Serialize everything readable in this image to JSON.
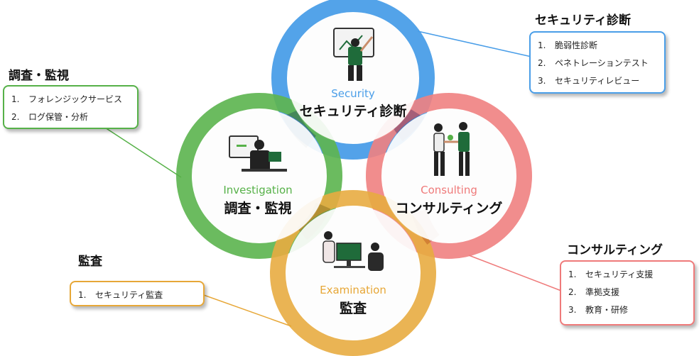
{
  "circles": {
    "security": {
      "en": "Security",
      "jp": "セキュリティ診断",
      "color": "#4a9ee8"
    },
    "investigation": {
      "en": "Investigation",
      "jp": "調査・監視",
      "color": "#56b148"
    },
    "consulting": {
      "en": "Consulting",
      "jp": "コンサルティング",
      "color": "#ef7a7a"
    },
    "examination": {
      "en": "Examination",
      "jp": "監査",
      "color": "#e7a737"
    }
  },
  "callouts": {
    "security": {
      "heading": "セキュリティ診断",
      "items": [
        "1.",
        "脆弱性診断",
        "2.",
        "ペネトレーションテスト",
        "3.",
        "セキュリティレビュー"
      ]
    },
    "investigation": {
      "heading": "調査・監視",
      "items": [
        "1.",
        "フォレンジックサービス",
        "2.",
        "ログ保管・分析"
      ]
    },
    "examination": {
      "heading": "監査",
      "items": [
        "1.",
        "セキュリティ監査"
      ]
    },
    "consulting": {
      "heading": "コンサルティング",
      "items": [
        "1.",
        "セキュリティ支援",
        "2.",
        "準拠支援",
        "3.",
        "教育・研修"
      ]
    }
  }
}
